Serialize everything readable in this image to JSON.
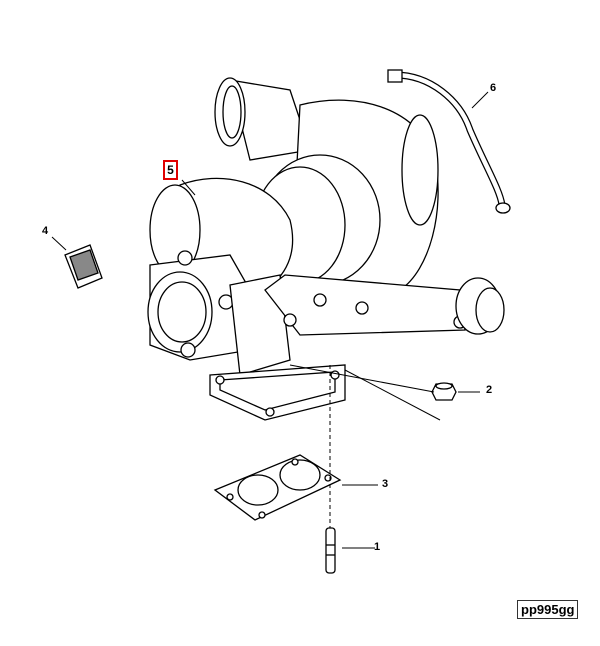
{
  "callouts": {
    "c1": "1",
    "c2": "2",
    "c3": "3",
    "c4": "4",
    "c5": "5",
    "c6": "6"
  },
  "selected_callout": "5",
  "reference_code": "pp995gg",
  "colors": {
    "highlight": "#e00000",
    "line": "#000000",
    "fill": "#ffffff"
  }
}
